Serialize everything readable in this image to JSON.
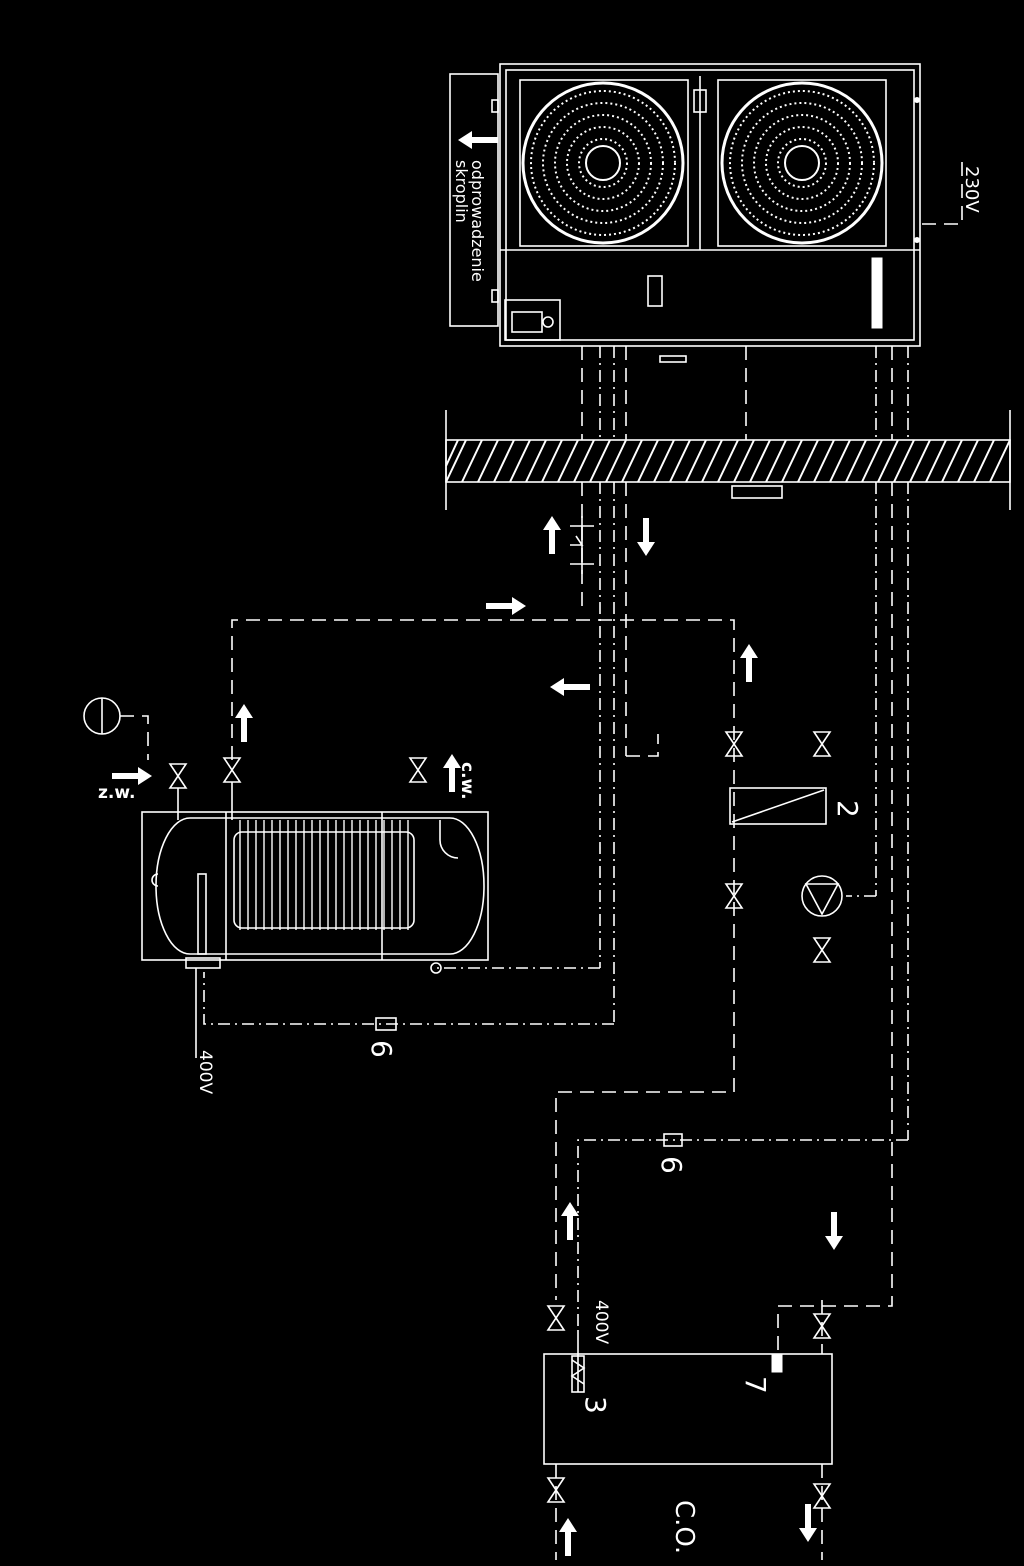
{
  "labels": {
    "condensate_drain_line1": "odprowadzenie",
    "condensate_drain_line2": "skroplin",
    "voltage_outdoor": "230V",
    "voltage_tank": "400V",
    "voltage_buffer": "400V",
    "cold_water": "z.w.",
    "hot_water": "c.w.",
    "heating": "C.O.",
    "num_2": "2",
    "num_3": "3",
    "num_6_tank": "6",
    "num_6_buffer": "6",
    "num_7": "7"
  }
}
